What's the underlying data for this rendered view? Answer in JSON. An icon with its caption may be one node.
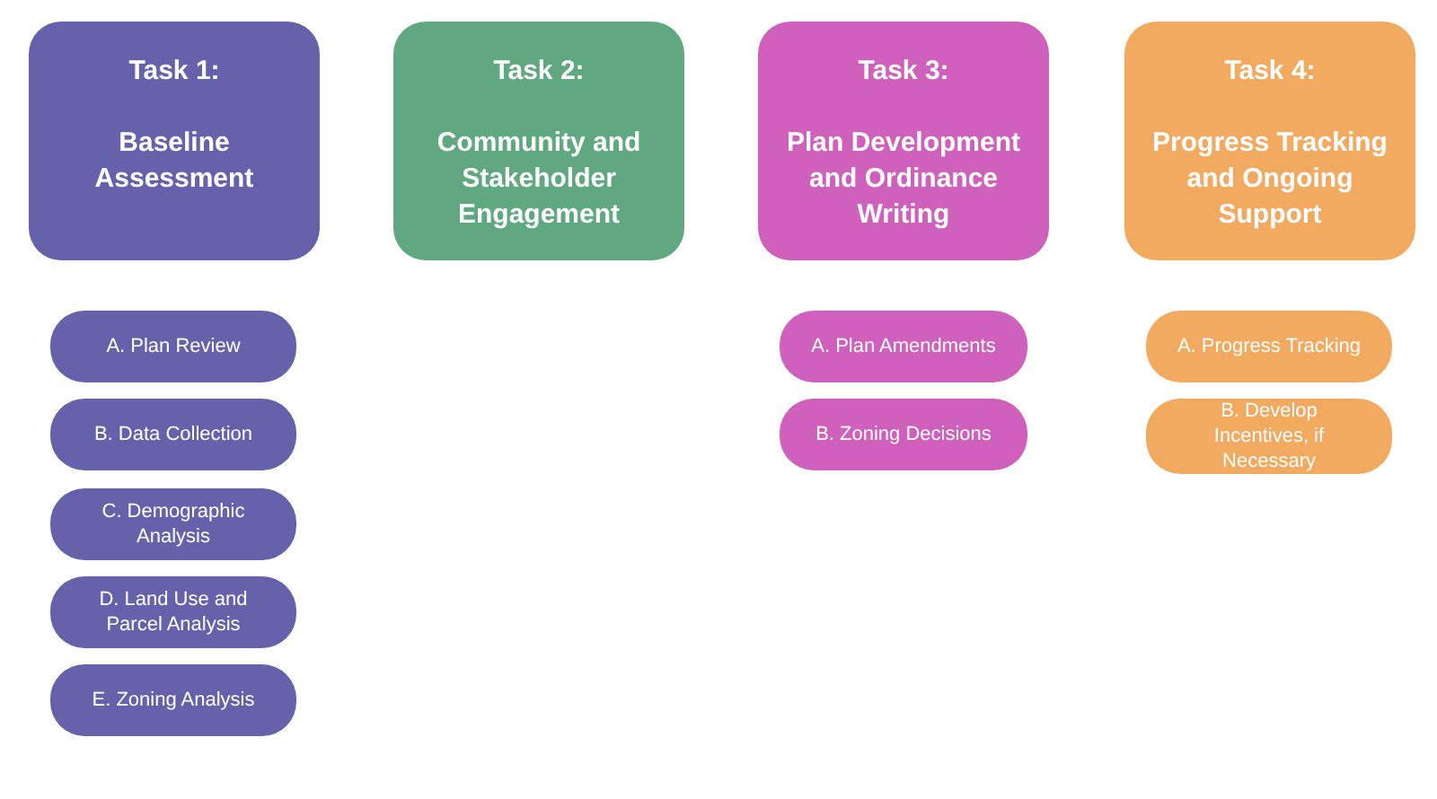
{
  "diagram": {
    "nodes": [
      {
        "text": [
          "Task 1:",
          "Baseline Assessment"
        ]
      },
      {
        "text": [
          "Task 2:",
          "Community and Stakeholder Engagement"
        ]
      },
      {
        "text": [
          "Task 3:",
          "Plan Development and Ordinance Writing"
        ]
      },
      {
        "text": [
          "Task 4:",
          "Progress Tracking and Ongoing Support"
        ]
      },
      {
        "text": [
          "A. Plan Review"
        ]
      },
      {
        "text": [
          "B. Data Collection"
        ]
      },
      {
        "text": [
          "C. Demographic Analysis"
        ]
      },
      {
        "text": [
          "D. Land Use and Parcel Analysis"
        ]
      },
      {
        "text": [
          "E. Zoning Analysis"
        ]
      },
      {
        "text": [
          "A. Plan Amendments"
        ]
      },
      {
        "text": [
          "B. Zoning Decisions"
        ]
      },
      {
        "text": [
          "A. Progress Tracking"
        ]
      },
      {
        "text": [
          "B. Develop Incentives, if Necessary"
        ]
      }
    ]
  }
}
